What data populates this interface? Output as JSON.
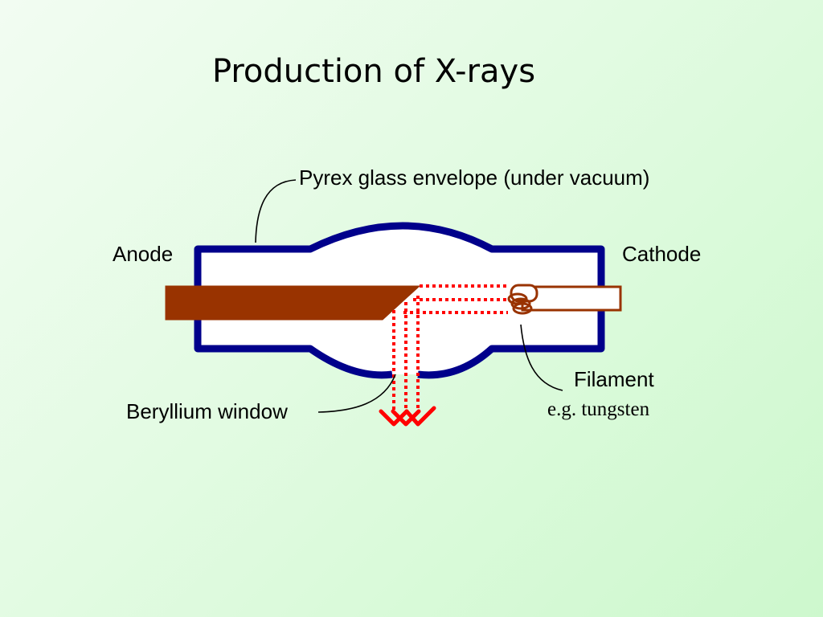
{
  "title": "Production of X-rays",
  "labels": {
    "envelope": "Pyrex glass envelope (under vacuum)",
    "anode": "Anode",
    "cathode": "Cathode",
    "filament": "Filament",
    "filament_material": "e.g. tungsten",
    "window": "Beryllium window"
  },
  "colors": {
    "envelope_outline": "#00008b",
    "anode": "#993300",
    "cathode_outline": "#993300",
    "electron_beam": "#ff0000",
    "xray_arrows": "#ff0000"
  }
}
